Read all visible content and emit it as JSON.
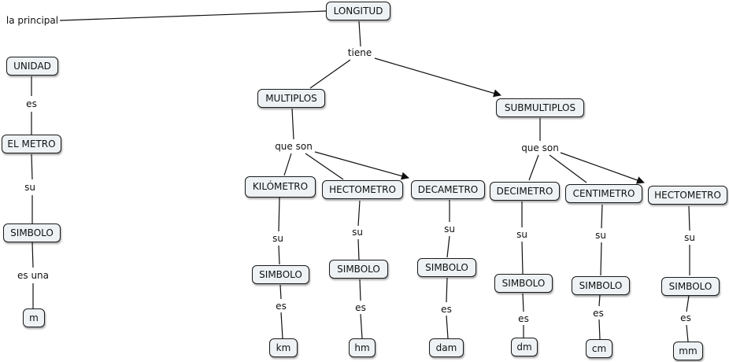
{
  "nodes": {
    "longitud": "LONGITUD",
    "unidad": "UNIDAD",
    "el_metro": "EL METRO",
    "simbolo_metro": "SIMBOLO",
    "m": "m",
    "multiplos": "MULTIPLOS",
    "submultiplos": "SUBMULTIPLOS",
    "kilometro": "KILÓMETRO",
    "hectometro_mult": "HECTOMETRO",
    "decametro": "DECAMETRO",
    "decimetro": "DECIMETRO",
    "centimetro": "CENTIMETRO",
    "hectometro_sub": "HECTOMETRO",
    "simbolo_km": "SIMBOLO",
    "simbolo_hm": "SIMBOLO",
    "simbolo_dam": "SIMBOLO",
    "simbolo_dm": "SIMBOLO",
    "simbolo_cm": "SIMBOLO",
    "simbolo_mm": "SIMBOLO",
    "km": "km",
    "hm": "hm",
    "dam": "dam",
    "dm": "dm",
    "cm": "cm",
    "mm": "mm"
  },
  "links": {
    "la_principal": "la principal",
    "es_unidad": "es",
    "su_metro": "su",
    "es_una": "es una",
    "tiene": "tiene",
    "que_son_mult": "que son",
    "que_son_sub": "que son",
    "su_km": "su",
    "su_hm": "su",
    "su_dam": "su",
    "su_dm": "su",
    "su_cm": "su",
    "su_mm": "su",
    "es_km": "es",
    "es_hm": "es",
    "es_dam": "es",
    "es_dm": "es",
    "es_cm": "es",
    "es_mm": "es"
  }
}
